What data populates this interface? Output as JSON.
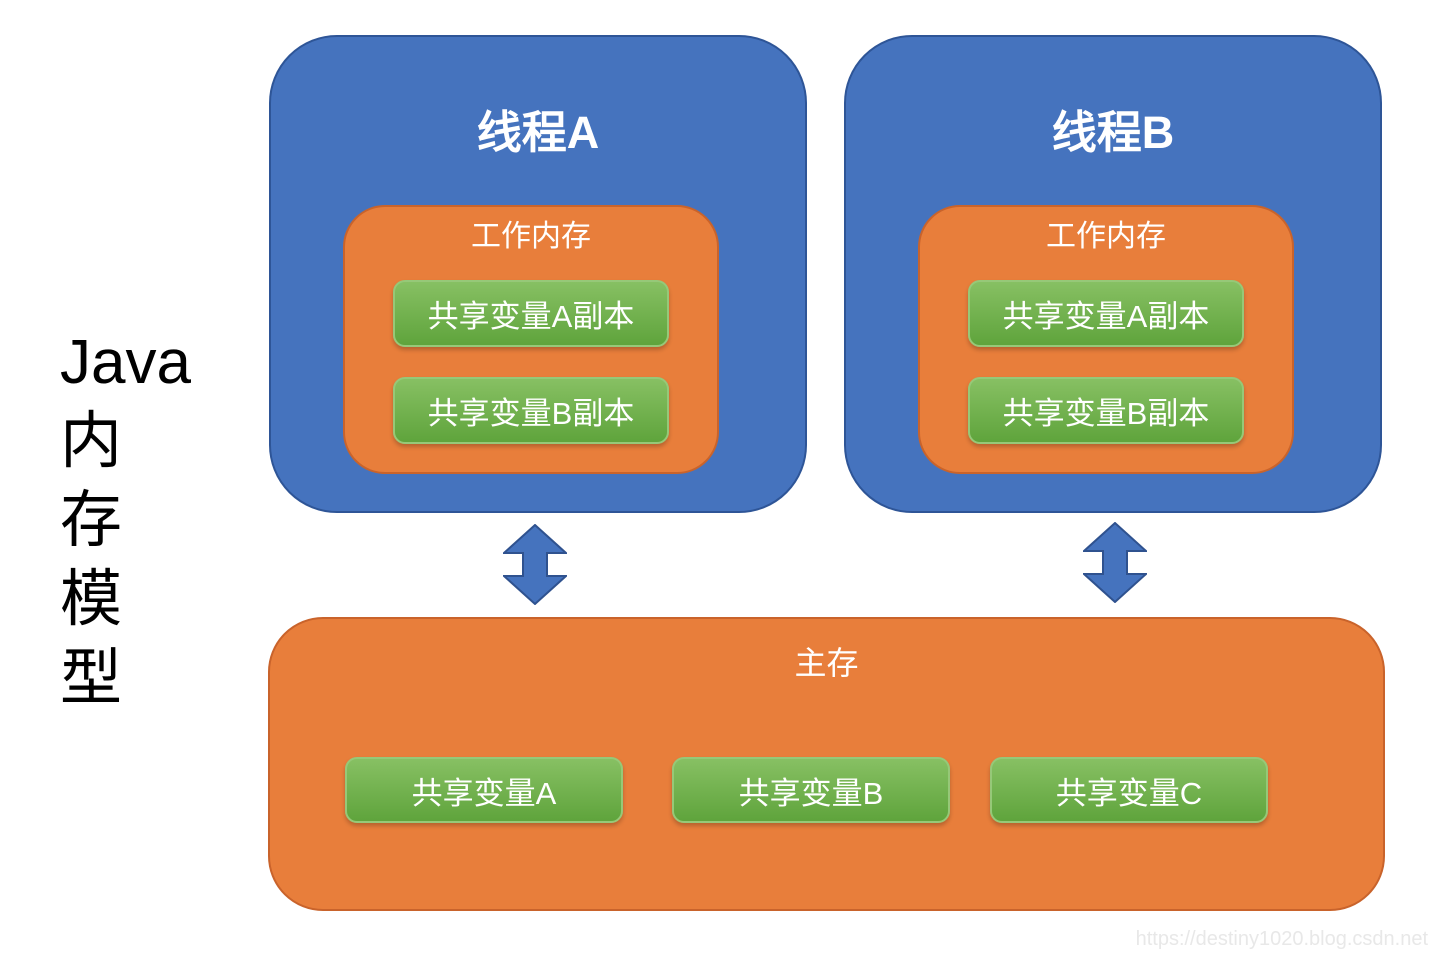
{
  "diagram_title": {
    "lines": [
      "Java",
      "内",
      "存",
      "模",
      "型"
    ]
  },
  "threads": [
    {
      "title": "线程A",
      "work_memory": {
        "title": "工作内存",
        "variables": [
          "共享变量A副本",
          "共享变量B副本"
        ]
      }
    },
    {
      "title": "线程B",
      "work_memory": {
        "title": "工作内存",
        "variables": [
          "共享变量A副本",
          "共享变量B副本"
        ]
      }
    }
  ],
  "main_memory": {
    "title": "主存",
    "variables": [
      "共享变量A",
      "共享变量B",
      "共享变量C"
    ]
  },
  "watermark": "https://destiny1020.blog.csdn.net",
  "colors": {
    "thread-fill": "#4573BE",
    "thread-border": "#2E5597",
    "memory-fill": "#E87E3B",
    "memory-border": "#C9632B",
    "variable-fill-top": "#87C063",
    "variable-fill-bottom": "#5FA43C",
    "variable-border": "#96C878",
    "arrow-fill": "#4573BE",
    "arrow-border": "#2F528F",
    "box-text": "#FFFFFF",
    "title-text": "#000000",
    "watermark-text": "#E8E8E8"
  }
}
